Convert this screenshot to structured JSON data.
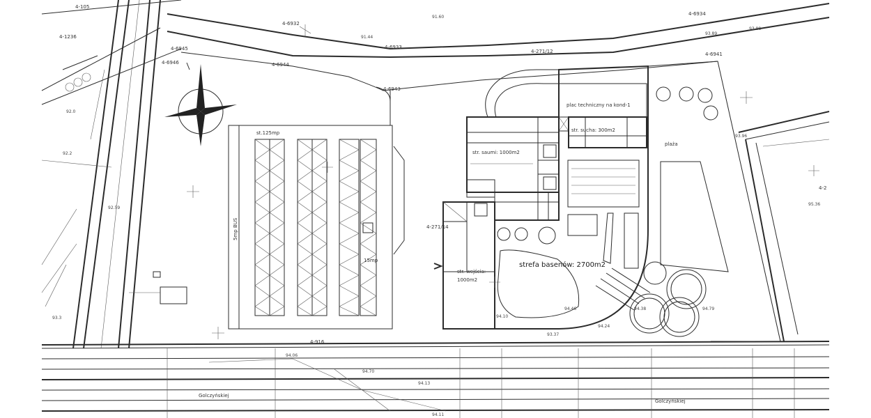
{
  "labels": {
    "parking_label": "st.125mp",
    "bus_label": "5mp BUS",
    "small_parking": "15mp",
    "technical_yard": "plac techniczny na kond-1",
    "dry_zone": "str. sucha: 300m2",
    "wet_zone": "str. saumi: 1000m2",
    "entrance_zone": "str. wejścia:",
    "entrance_area": "1000m2",
    "pool_zone": "strefa basenów: 2700m2",
    "beach": "plaża"
  },
  "parcels": {
    "p1": "4-105",
    "p2": "4-1236",
    "p3": "4-6932",
    "p4": "4-6933",
    "p5": "4-6934",
    "p6": "4-6945",
    "p7": "4-6946",
    "p8": "4-6944",
    "p9": "4-6943",
    "p10": "4-6941",
    "p11": "4-271/12",
    "p12": "4-271/14",
    "p13": "4-916",
    "p14": "4-2"
  },
  "elevations": {
    "e1": "91.44",
    "e2": "91.60",
    "e3": "93.89",
    "e4": "93.88",
    "e5": "92.0",
    "e6": "92.2",
    "e7": "92.59",
    "e8": "93.3",
    "e9": "94.10",
    "e10": "94.46",
    "e11": "94.79",
    "e12": "94.38",
    "e13": "93.96",
    "e14": "94.24",
    "e15": "94.13",
    "e16": "94.06",
    "e17": "94.70",
    "e18": "93.37",
    "e19": "94.11",
    "e20": "95.36"
  },
  "street": "Golczyńskiej"
}
